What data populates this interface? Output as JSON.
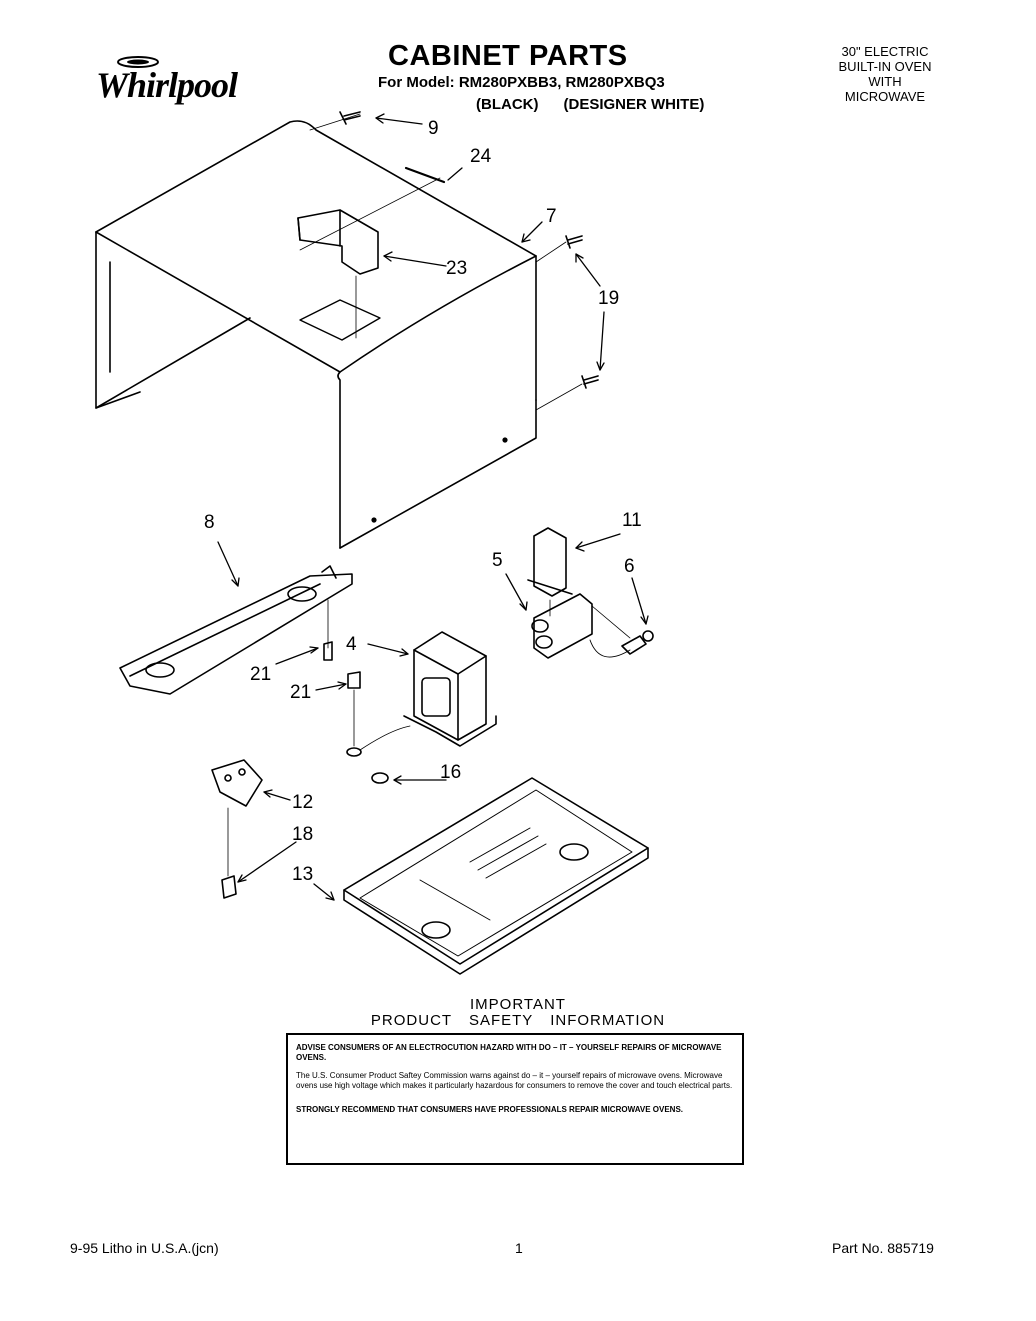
{
  "header": {
    "brand": "Whirlpool",
    "title": "CABINET PARTS",
    "model_line": "For Model: RM280PXBB3, RM280PXBQ3",
    "variant_black": "(BLACK)",
    "variant_white": "(DESIGNER WHITE)",
    "product_lines": [
      "30\" ELECTRIC",
      "BUILT-IN OVEN",
      "WITH",
      "MICROWAVE"
    ]
  },
  "callouts": {
    "c9": "9",
    "c24": "24",
    "c7": "7",
    "c23": "23",
    "c19": "19",
    "c8": "8",
    "c11": "11",
    "c5": "5",
    "c6": "6",
    "c4": "4",
    "c21a": "21",
    "c21b": "21",
    "c16": "16",
    "c12": "12",
    "c18": "18",
    "c13": "13"
  },
  "important": {
    "title": "IMPORTANT",
    "subtitle": "PRODUCT SAFETY INFORMATION",
    "para1": "ADVISE CONSUMERS OF AN ELECTROCUTION HAZARD WITH DO – IT – YOURSELF REPAIRS OF MICROWAVE OVENS.",
    "para2": "The U.S. Consumer Product Saftey Commission warns against do – it – yourself repairs of microwave ovens. Microwave ovens use high voltage which makes it particularly hazardous for consumers to remove the cover and touch electrical parts.",
    "para3": "STRONGLY RECOMMEND THAT CONSUMERS HAVE PROFESSIONALS REPAIR MICROWAVE OVENS."
  },
  "footer": {
    "left": "9-95  Litho in U.S.A.(jcn)",
    "page": "1",
    "right": "Part No. 885719"
  }
}
